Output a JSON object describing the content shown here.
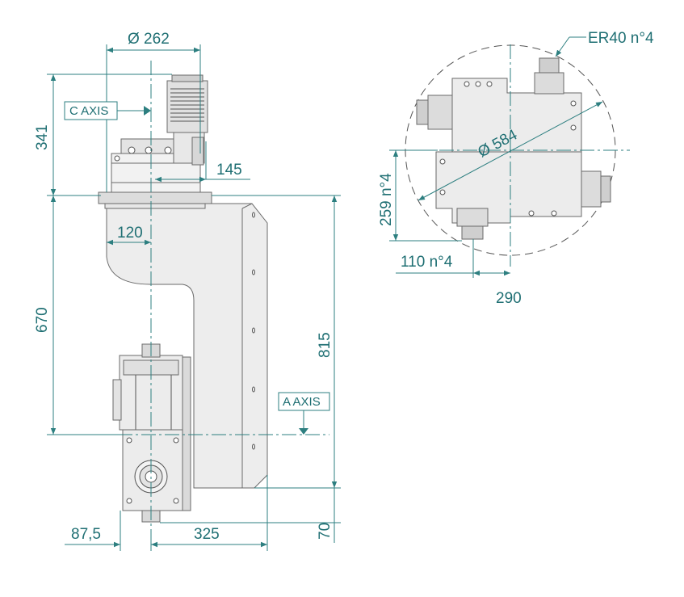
{
  "colors": {
    "dimension": "#1f6f73",
    "part_fill": "#ededed",
    "part_stroke": "#6a6a6a"
  },
  "side_view": {
    "dim_diameter": "Ø 262",
    "dim_height_top": "341",
    "dim_145": "145",
    "dim_120": "120",
    "dim_670": "670",
    "dim_815": "815",
    "dim_87_5": "87,5",
    "dim_325": "325",
    "dim_70": "70",
    "label_c_axis": "C AXIS",
    "label_a_axis": "A AXIS"
  },
  "top_view": {
    "label_er40": "ER40 n°4",
    "dim_diameter": "Ø 584",
    "dim_259": "259 n°4",
    "dim_110": "110 n°4",
    "dim_290": "290"
  }
}
